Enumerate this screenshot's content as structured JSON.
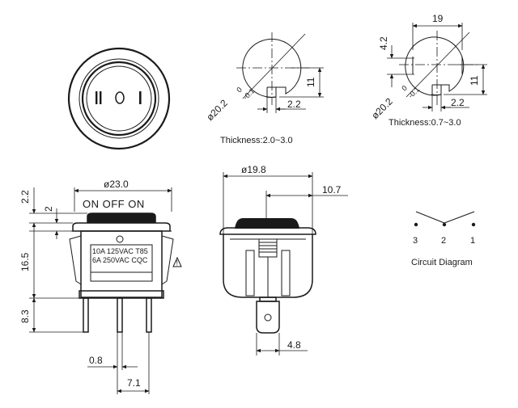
{
  "front_view": {
    "symbols": [
      "II",
      "O",
      "I"
    ]
  },
  "panel_hole_1": {
    "diameter": "ø20.2",
    "tol_plus": "0",
    "tol_minus": "-0.1",
    "height": "11",
    "key_width": "2.2",
    "thickness": "Thickness:2.0~3.0"
  },
  "panel_hole_2": {
    "width": "19",
    "diameter": "ø20.2",
    "tol_plus": "0",
    "tol_minus": "-0.1",
    "top_offset": "4.2",
    "height": "11",
    "key_width": "2.2",
    "thickness": "Thickness:0.7~3.0"
  },
  "side_view": {
    "width": "ø23.0",
    "rocker_label": "ON  OFF  ON",
    "rating_line1": "10A 125VAC  T85",
    "rating_line2": "6A 250VAC  CQC",
    "dim_top": "2.2",
    "dim_small": "2",
    "dim_body": "16.5",
    "dim_pins": "8.3",
    "dim_pin_thick": "0.8",
    "dim_pin_pitch": "7.1"
  },
  "end_view": {
    "width": "ø19.8",
    "offset": "10.7",
    "terminal_width": "4.8"
  },
  "circuit": {
    "pins": [
      "3",
      "2",
      "1"
    ],
    "caption": "Circuit Diagram"
  }
}
